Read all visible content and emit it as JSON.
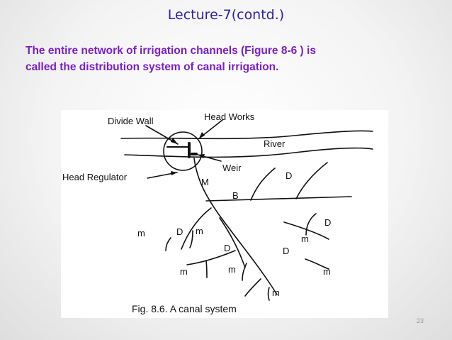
{
  "slide": {
    "title": "Lecture-7(contd.)",
    "paragraph_line1": "The entire network of irrigation channels (Figure 8-6 ) is",
    "paragraph_line2": "called the distribution system of canal irrigation.",
    "page_number": "23"
  },
  "figure": {
    "labels": {
      "divide_wall": "Divide Wall",
      "head_works": "Head Works",
      "river": "River",
      "weir": "Weir",
      "head_regulator": "Head Regulator",
      "main_canal": "M",
      "branch_canal": "B",
      "distributary": "D",
      "minor": "m"
    },
    "caption": "Fig. 8.6.  A canal system"
  }
}
